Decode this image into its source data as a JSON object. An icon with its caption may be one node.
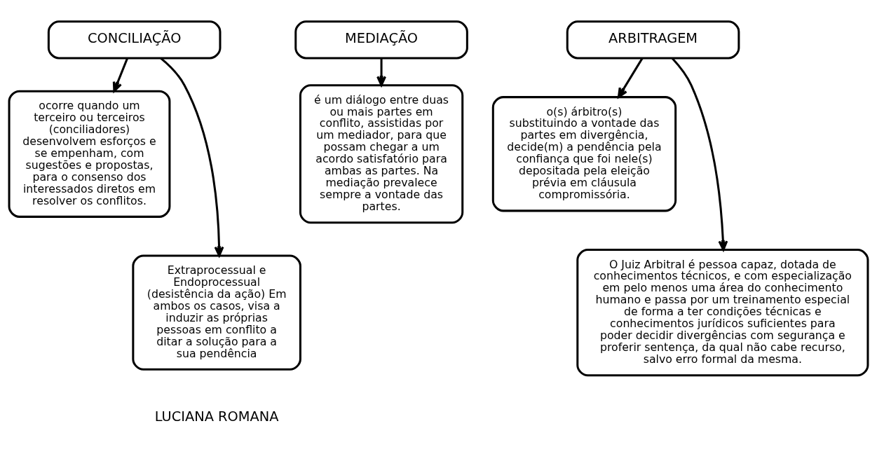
{
  "diagram": {
    "nodes": [
      {
        "text": [
          "CONCILIAÇÃO"
        ]
      },
      {
        "text": [
          "ocorre quando um terceiro ou terceiros (conciliadores) desenvolvem esforços e se empenham, com sugestões e propostas, para o consenso dos interessados diretos em resolver os conflitos."
        ]
      },
      {
        "text": [
          "Extraprocessual e Endoprocessual (desistência da ação) Em ambos os casos, visa a induzir as próprias pessoas em conflito a ditar a solução para a sua pendência"
        ]
      },
      {
        "text": [
          "MEDIAÇÃO"
        ]
      },
      {
        "text": [
          "é um diálogo entre duas ou mais partes em conflito, assistidas por um mediador, para que possam chegar a um acordo satisfatório para ambas as partes. Na mediação prevalece sempre a vontade das partes."
        ]
      },
      {
        "text": [
          "ARBITRAGEM"
        ]
      },
      {
        "text": [
          "o(s) árbitro(s) substituindo a vontade das partes em divergência, decide(m) a pendência pela confiança que foi nele(s) depositada pela eleição prévia em cláusula compromissória."
        ]
      },
      {
        "text": [
          "O Juiz Arbitral é pessoa capaz, dotada de conhecimentos técnicos, e com especialização em pelo menos uma área do conhecimento humano e passa por um treinamento especial de forma a ter condições técnicas e conhecimentos jurídicos suficientes para poder decidir divergências com segurança e proferir sentença, da qual não cabe recurso, salvo erro formal da mesma."
        ]
      }
    ],
    "edges": [
      {
        "from": 0,
        "to": 1,
        "arrow": "to"
      },
      {
        "from": 0,
        "to": 2,
        "arrow": "to"
      },
      {
        "from": 3,
        "to": 4,
        "arrow": "to"
      },
      {
        "from": 5,
        "to": 6,
        "arrow": "to"
      },
      {
        "from": 5,
        "to": 7,
        "arrow": "to"
      }
    ],
    "labels": [
      "LUCIANA ROMANA"
    ]
  }
}
